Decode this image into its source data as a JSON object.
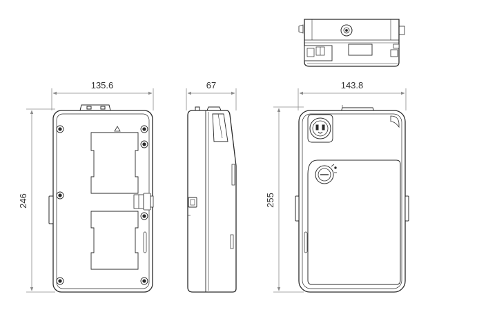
{
  "dimensions": {
    "back_width": "135.6",
    "side_depth": "67",
    "front_width": "143.8",
    "back_height": "246",
    "front_height": "255"
  },
  "colors": {
    "line": "#2a2a2a",
    "dimension_line": "#8a8a8a",
    "text": "#333333",
    "fill": "#ffffff"
  }
}
